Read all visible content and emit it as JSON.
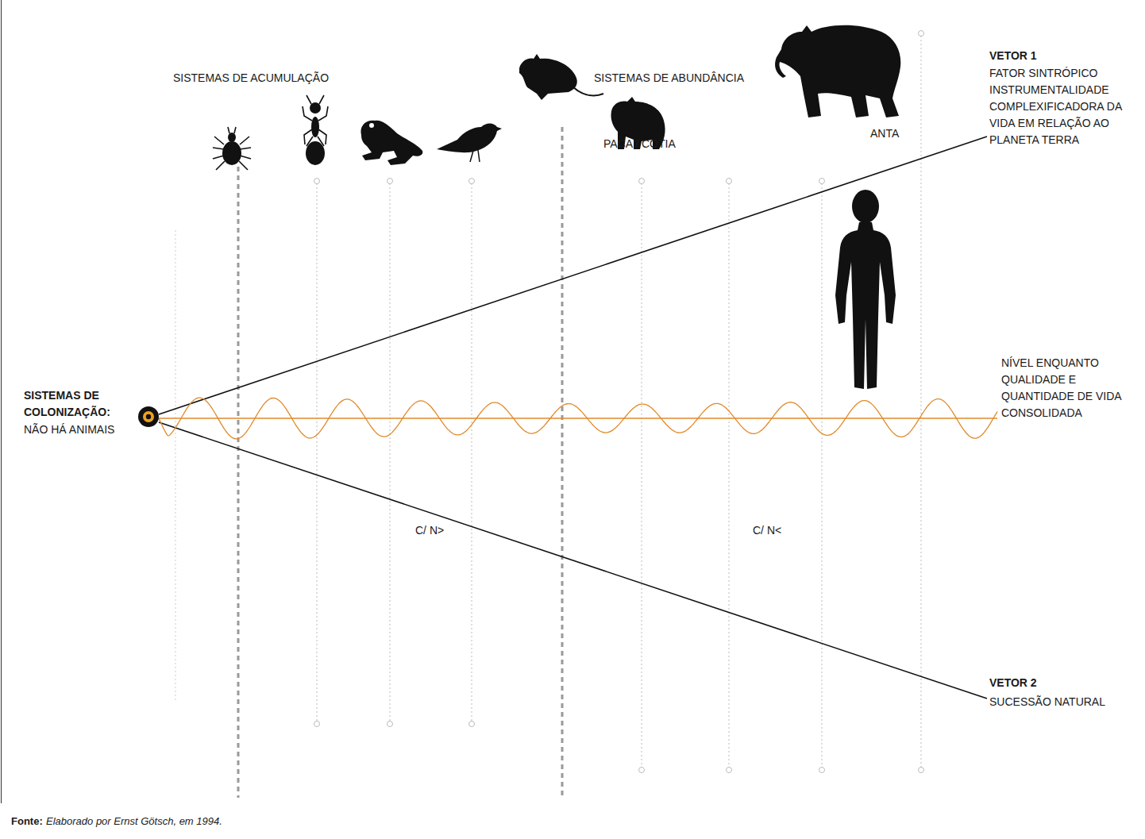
{
  "diagram": {
    "labels": [
      "SISTEMAS DE ACUMULAÇÃO",
      "SISTEMAS DE ABUNDÂNCIA",
      "PACA / COTIA",
      "ANTA",
      "VETOR 1",
      "FATOR SINTRÓPICO INSTRUMENTALIDADE COMPLEXIFICADORA DA VIDA EM RELAÇÃO AO PLANETA TERRA",
      "SISTEMAS DE COLONIZAÇÃO:",
      "NÃO HÁ ANIMAIS",
      "NÍVEL ENQUANTO QUALIDADE E QUANTIDADE DE VIDA CONSOLIDADA",
      "C/ N>",
      "C/ N<",
      "VETOR 2",
      "SUCESSÃO NATURAL",
      "Fonte:",
      "Elaborado por Ernst Götsch, em 1994."
    ]
  }
}
